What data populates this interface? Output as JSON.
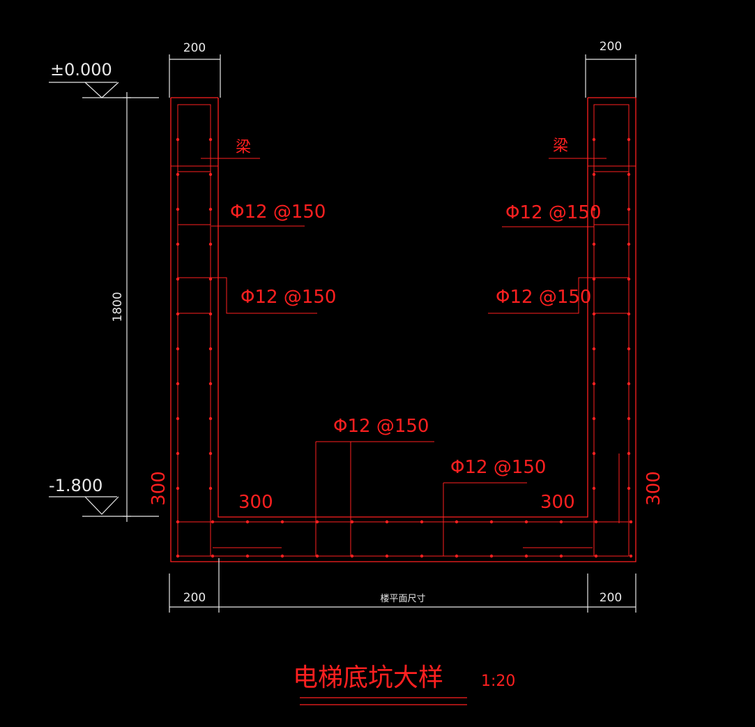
{
  "drawing": {
    "title": "电梯底坑大样",
    "scale": "1:20",
    "levels": {
      "top": "±0.000",
      "bottom": "-1.800"
    },
    "dimensions": {
      "wall_left": "200",
      "wall_right": "200",
      "pit_depth": "1800",
      "slab_haunch": "300",
      "bottom_left": "200",
      "bottom_right": "200",
      "span_note": "楼平面尺寸"
    },
    "annotations": {
      "beam": "梁",
      "rebar_spec": "Φ12 @150"
    },
    "colors": {
      "background": "#000000",
      "linework": "#ff2020",
      "dimension_text": "#e8e8e8"
    }
  }
}
